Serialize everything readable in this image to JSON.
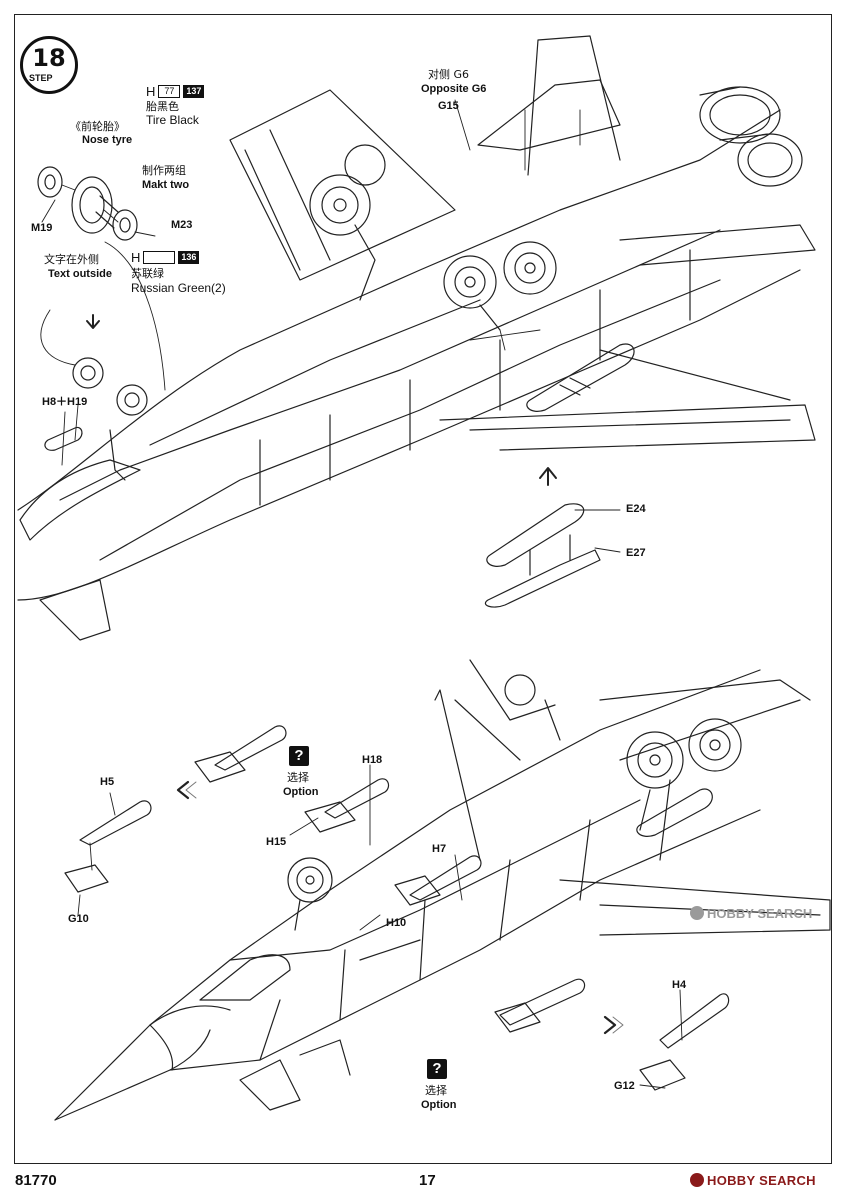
{
  "step": {
    "number": "18",
    "word": "STEP"
  },
  "paint_tire": {
    "brand": "H",
    "code_white": "77",
    "code_black": "137",
    "cn": "胎黑色",
    "en": "Tire Black"
  },
  "paint_green": {
    "brand": "H",
    "code_white": "",
    "code_black": "136",
    "cn": "苏联绿",
    "en": "Russian Green(2)"
  },
  "nose_tyre": {
    "cn": "《前轮胎》",
    "en": "Nose tyre"
  },
  "make_two": {
    "cn": "制作两组",
    "en": "Makt two"
  },
  "text_outside": {
    "cn": "文字在外侧",
    "en": "Text outside"
  },
  "opposite": {
    "cn": "对侧 G6",
    "en": "Opposite G6"
  },
  "option_label": {
    "cn": "选择",
    "en": "Option",
    "icon": "?"
  },
  "parts": {
    "m19": "M19",
    "m23": "M23",
    "h8h19": "H8＋H19",
    "g15": "G15",
    "e24": "E24",
    "e27": "E27",
    "h5": "H5",
    "g10": "G10",
    "h18": "H18",
    "h15": "H15",
    "h7": "H7",
    "h10": "H10",
    "h4": "H4",
    "g12": "G12"
  },
  "footer": {
    "kit_number": "81770",
    "page_number": "17"
  },
  "watermark": {
    "text": "HOBBY SEARCH"
  }
}
